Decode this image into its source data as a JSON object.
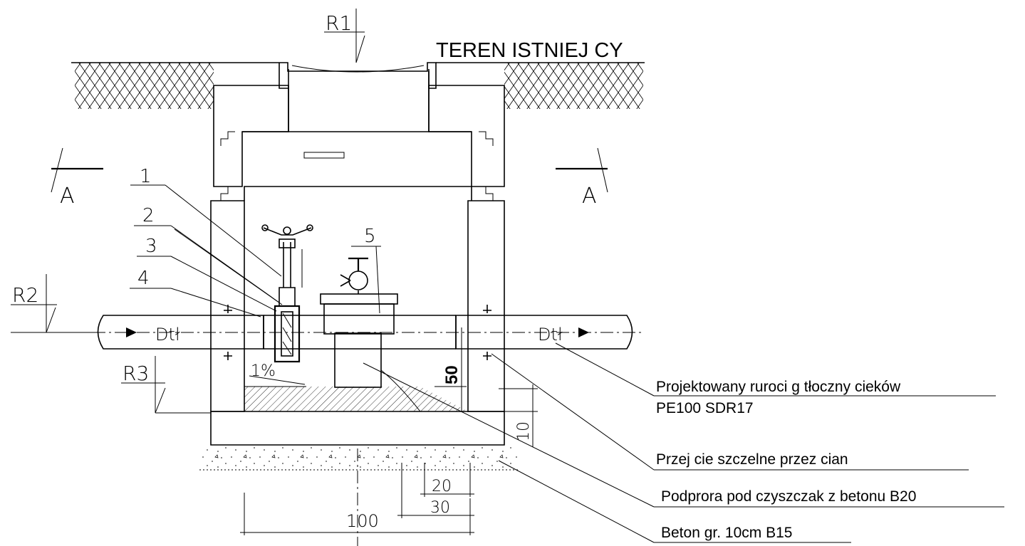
{
  "terrain_label": "TEREN ISTNIEJ  CY",
  "levels": {
    "r1": "R1",
    "r2": "R2",
    "r3": "R3"
  },
  "section": {
    "left": "A",
    "right": "A"
  },
  "callouts": {
    "c1": "1",
    "c2": "2",
    "c3": "3",
    "c4": "4",
    "c5": "5"
  },
  "pipe": {
    "left_label": "Dtł",
    "right_label": "Dtł"
  },
  "slope": "1%",
  "dimensions": {
    "d50": "50",
    "d10": "10",
    "d20": "20",
    "d30": "30",
    "d100": "100"
  },
  "notes": {
    "pipeline_line1": "Projektowany ruroci  g tłoczny   cieków",
    "pipeline_line2": "PE100 SDR17",
    "passage": "Przej  cie szczelne przez   cian",
    "support": "Podprora pod czyszczak z betonu B20",
    "concrete": "Beton gr. 10cm B15"
  }
}
